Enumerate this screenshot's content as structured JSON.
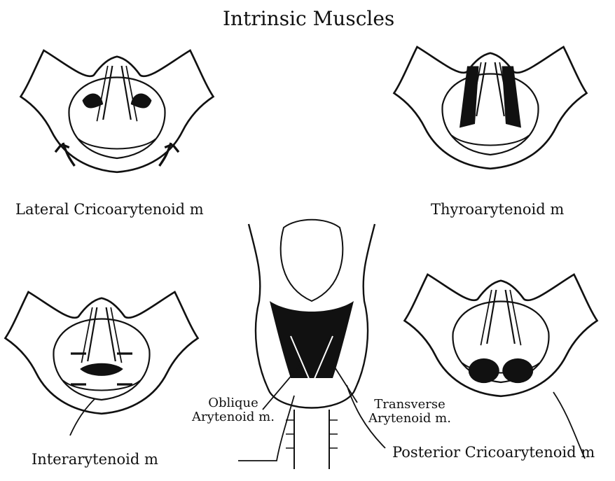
{
  "title": "Intrinsic Muscles",
  "labels": {
    "lateral_cricoarytenoid": "Lateral Cricoarytenoid m",
    "thyroarytenoid": "Thyroarytenoid m",
    "interarytenoid": "Interarytenoid m",
    "oblique_arytenoid_line1": "Oblique",
    "oblique_arytenoid_line2": "Arytenoid m.",
    "transverse_arytenoid_line1": "Transverse",
    "transverse_arytenoid_line2": "Arytenoid m.",
    "posterior_cricoarytenoid": "Posterior Cricoarytenoid m"
  }
}
